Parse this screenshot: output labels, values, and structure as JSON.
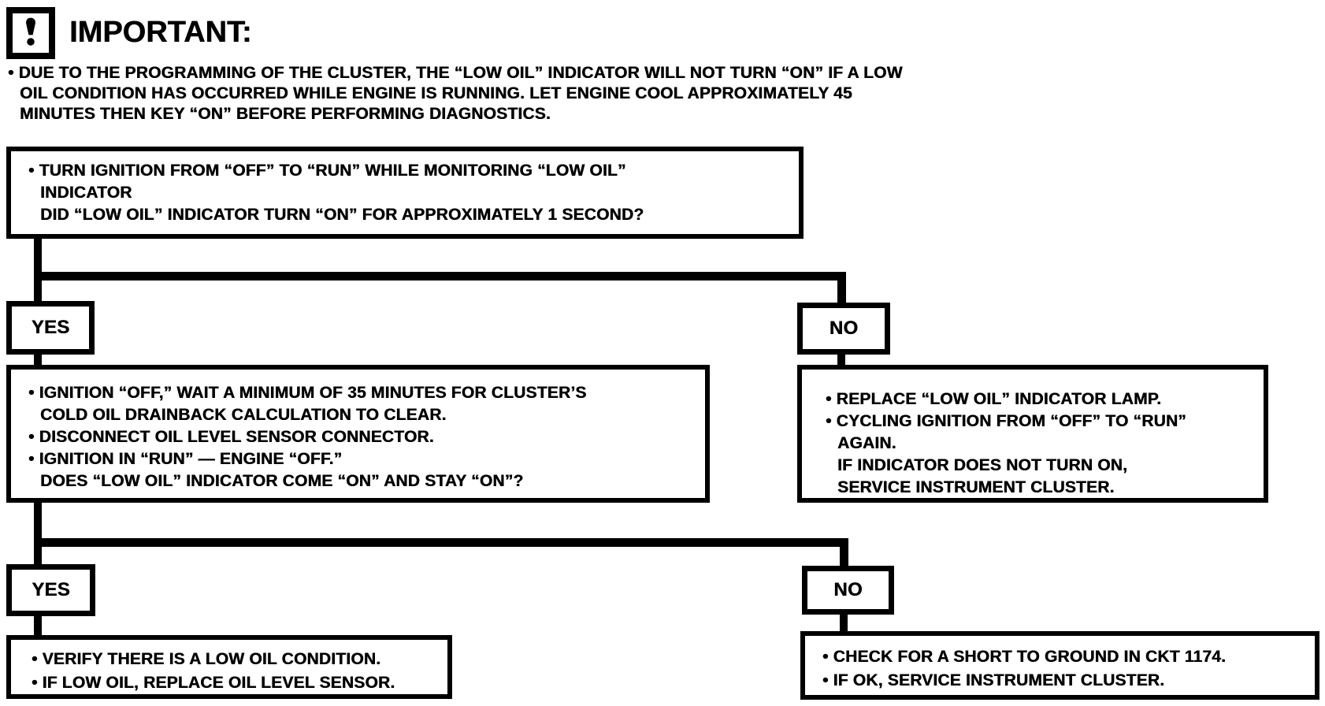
{
  "colors": {
    "ink": "#000000",
    "paper": "#ffffff"
  },
  "header": {
    "icon": "exclamation-icon",
    "title": "IMPORTANT:",
    "note_lines": [
      "• DUE TO THE PROGRAMMING OF THE CLUSTER, THE “LOW OIL” INDICATOR WILL NOT TURN “ON” IF A LOW",
      "OIL CONDITION HAS OCCURRED WHILE ENGINE IS RUNNING. LET ENGINE COOL APPROXIMATELY 45",
      "MINUTES THEN KEY “ON” BEFORE PERFORMING DIAGNOSTICS."
    ]
  },
  "flow": {
    "q1": {
      "lines": [
        "• TURN IGNITION FROM “OFF” TO “RUN” WHILE MONITORING “LOW OIL”",
        "INDICATOR",
        "DID “LOW OIL” INDICATOR TURN “ON” FOR APPROXIMATELY 1 SECOND?"
      ]
    },
    "labels": {
      "yes1": "YES",
      "no1": "NO",
      "yes2": "YES",
      "no2": "NO"
    },
    "step2_yes": {
      "lines": [
        "• IGNITION “OFF,” WAIT A MINIMUM OF 35 MINUTES FOR CLUSTER’S",
        "COLD OIL DRAINBACK CALCULATION TO CLEAR.",
        "• DISCONNECT OIL LEVEL SENSOR CONNECTOR.",
        "• IGNITION IN “RUN” — ENGINE “OFF.”",
        "DOES “LOW OIL” INDICATOR COME “ON” AND STAY “ON”?"
      ]
    },
    "step2_no": {
      "lines": [
        "• REPLACE “LOW OIL” INDICATOR LAMP.",
        "• CYCLING IGNITION FROM “OFF” TO “RUN”",
        "AGAIN.",
        "IF INDICATOR DOES NOT TURN ON,",
        "SERVICE INSTRUMENT CLUSTER."
      ]
    },
    "final_yes": {
      "lines": [
        "• VERIFY THERE IS A LOW OIL CONDITION.",
        "• IF LOW OIL, REPLACE OIL LEVEL SENSOR."
      ]
    },
    "final_no": {
      "lines": [
        "• CHECK FOR A SHORT TO GROUND IN CKT 1174.",
        "• IF OK, SERVICE INSTRUMENT CLUSTER."
      ]
    }
  }
}
